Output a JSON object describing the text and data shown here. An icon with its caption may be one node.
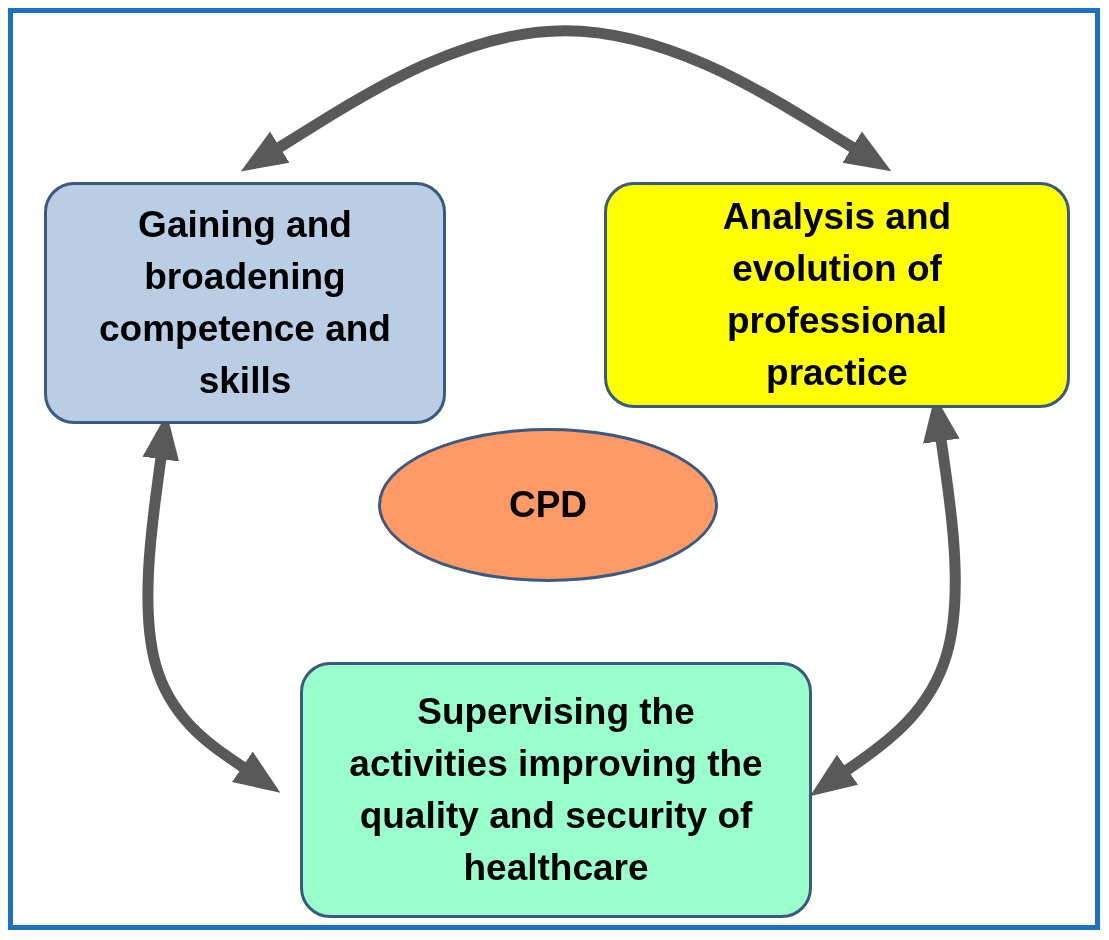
{
  "diagram": {
    "nodes": [
      {
        "text": [
          "Gaining and broadening competence and skills"
        ]
      },
      {
        "text": [
          "Analysis and evolution of professional practice"
        ]
      },
      {
        "text": [
          "CPD"
        ]
      },
      {
        "text": [
          "Supervising the activities improving the quality and security of healthcare"
        ]
      }
    ],
    "edges": [
      {
        "from": 0,
        "to": 1,
        "arrow": "both"
      },
      {
        "from": 0,
        "to": 3,
        "arrow": "both"
      },
      {
        "from": 1,
        "to": 3,
        "arrow": "both"
      }
    ]
  }
}
